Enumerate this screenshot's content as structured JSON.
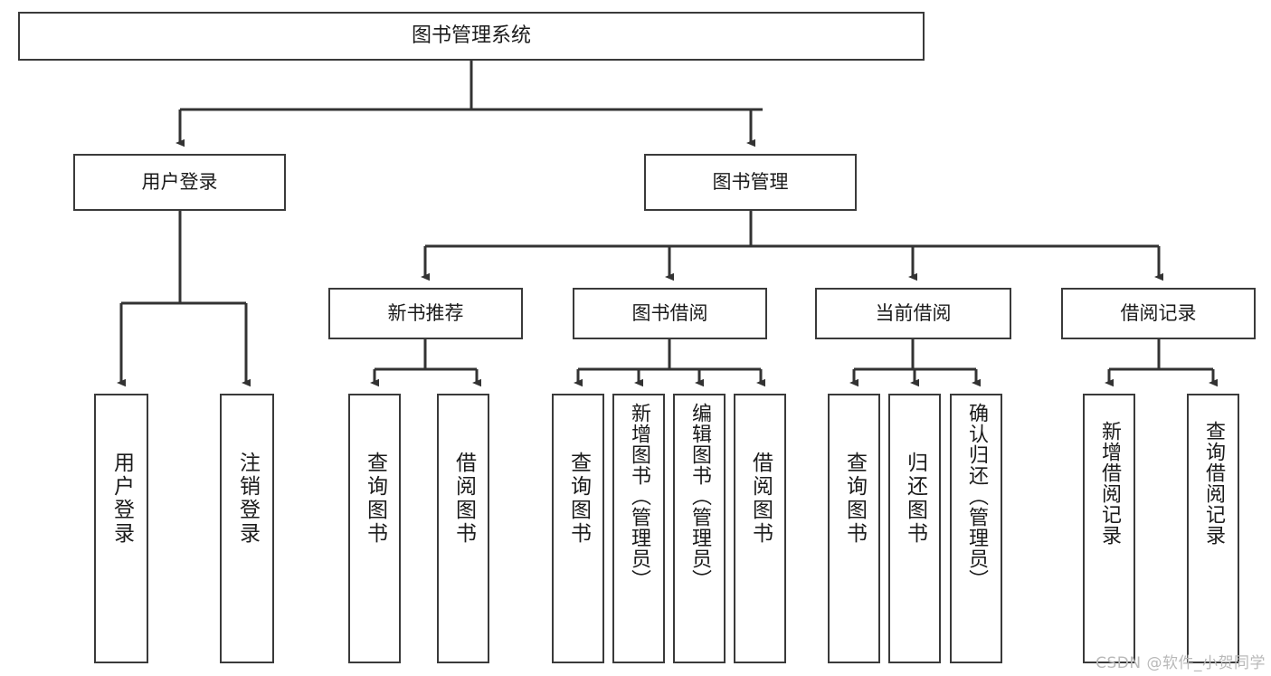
{
  "diagram": {
    "title": "图书管理系统",
    "type": "function-hierarchy-tree",
    "colors": {
      "node_border": "#3a3a3a",
      "node_fill": "#ffffff",
      "edge": "#333333",
      "text": "#1b1b1b",
      "watermark": "#b9b9b9",
      "background": "#ffffff"
    },
    "nodes": {
      "root": {
        "label": "图书管理系统"
      },
      "level2": [
        {
          "id": "user-login",
          "label": "用户登录"
        },
        {
          "id": "book-manage",
          "label": "图书管理"
        }
      ],
      "level3": [
        {
          "id": "new-book-recommend",
          "label": "新书推荐"
        },
        {
          "id": "book-borrow",
          "label": "图书借阅"
        },
        {
          "id": "current-borrow",
          "label": "当前借阅"
        },
        {
          "id": "borrow-record",
          "label": "借阅记录"
        }
      ],
      "leaves": {
        "user_login": [
          {
            "id": "leaf-user-login",
            "label": "用户登录"
          },
          {
            "id": "leaf-logout-login",
            "label": "注销登录"
          }
        ],
        "new_book_recommend": [
          {
            "id": "leaf-query-book-1",
            "label": "查询图书"
          },
          {
            "id": "leaf-borrow-book-1",
            "label": "借阅图书"
          }
        ],
        "book_borrow": [
          {
            "id": "leaf-query-book-2",
            "label": "查询图书"
          },
          {
            "id": "leaf-add-book-admin",
            "label": "新增图书（管理员）"
          },
          {
            "id": "leaf-edit-book-admin",
            "label": "编辑图书（管理员）"
          },
          {
            "id": "leaf-borrow-book-2",
            "label": "借阅图书"
          }
        ],
        "current_borrow": [
          {
            "id": "leaf-query-book-3",
            "label": "查询图书"
          },
          {
            "id": "leaf-return-book",
            "label": "归还图书"
          },
          {
            "id": "leaf-confirm-return-admin",
            "label": "确认归还（管理员）"
          }
        ],
        "borrow_record": [
          {
            "id": "leaf-add-borrow-record",
            "label": "新增借阅记录"
          },
          {
            "id": "leaf-query-borrow-record",
            "label": "查询借阅记录"
          }
        ]
      }
    },
    "watermark": "CSDN @软件_小贺同学"
  }
}
